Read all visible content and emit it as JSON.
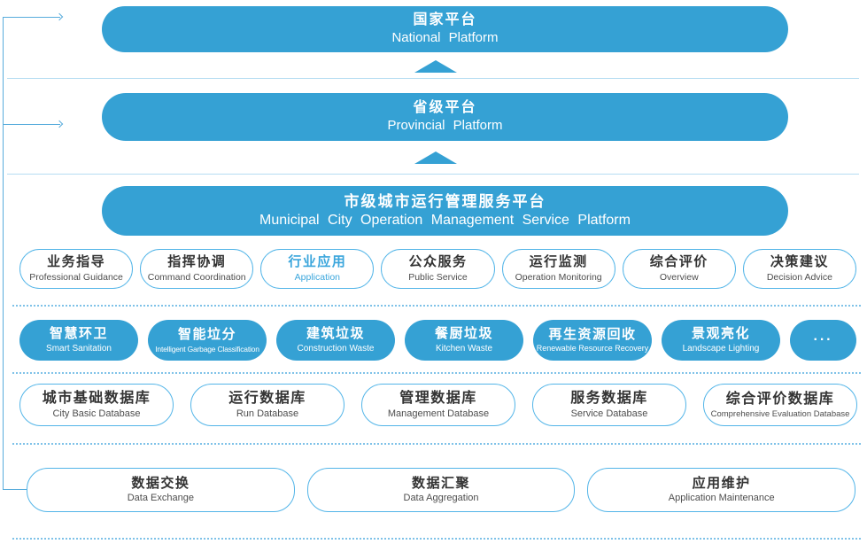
{
  "palette": {
    "solid_blue": "#35A1D4",
    "pill_border_blue": "#53B5E8",
    "accent_text_blue": "#3BA6DC",
    "dark_text": "#333333",
    "sub_text": "#4d4d4d",
    "separator_solid": "#B5DCF2",
    "separator_dotted": "#7FC2E8",
    "connector_line": "#58ACDC",
    "white": "#FFFFFF"
  },
  "icons": {
    "up_arrow": "triangle-up",
    "connector_arrow": "arrow-right"
  },
  "platforms": [
    {
      "zh": "国家平台",
      "en": "National Platform"
    },
    {
      "zh": "省级平台",
      "en": "Provincial Platform"
    },
    {
      "zh": "市级城市运行管理服务平台",
      "en": "Municipal City Operation Management Service Platform"
    }
  ],
  "functions": [
    {
      "zh": "业务指导",
      "en": "Professional Guidance"
    },
    {
      "zh": "指挥协调",
      "en": "Command Coordination"
    },
    {
      "zh": "行业应用",
      "en": "Application"
    },
    {
      "zh": "公众服务",
      "en": "Public Service"
    },
    {
      "zh": "运行监测",
      "en": "Operation Monitoring"
    },
    {
      "zh": "综合评价",
      "en": "Overview"
    },
    {
      "zh": "决策建议",
      "en": "Decision Advice"
    }
  ],
  "applications": [
    {
      "zh": "智慧环卫",
      "en": "Smart Sanitation"
    },
    {
      "zh": "智能垃分",
      "en": "Intelligent Garbage Classification"
    },
    {
      "zh": "建筑垃圾",
      "en": "Construction Waste"
    },
    {
      "zh": "餐厨垃圾",
      "en": "Kitchen Waste"
    },
    {
      "zh": "再生资源回收",
      "en": "Renewable Resource Recovery"
    },
    {
      "zh": "景观亮化",
      "en": "Landscape Lighting"
    },
    {
      "zh": "···"
    }
  ],
  "databases": [
    {
      "zh": "城市基础数据库",
      "en": "City Basic Database"
    },
    {
      "zh": "运行数据库",
      "en": "Run Database"
    },
    {
      "zh": "管理数据库",
      "en": "Management Database"
    },
    {
      "zh": "服务数据库",
      "en": "Service Database"
    },
    {
      "zh": "综合评价数据库",
      "en": "Comprehensive Evaluation Database"
    }
  ],
  "operations": [
    {
      "zh": "数据交换",
      "en": "Data Exchange"
    },
    {
      "zh": "数据汇聚",
      "en": "Data Aggregation"
    },
    {
      "zh": "应用维护",
      "en": "Application Maintenance"
    }
  ]
}
